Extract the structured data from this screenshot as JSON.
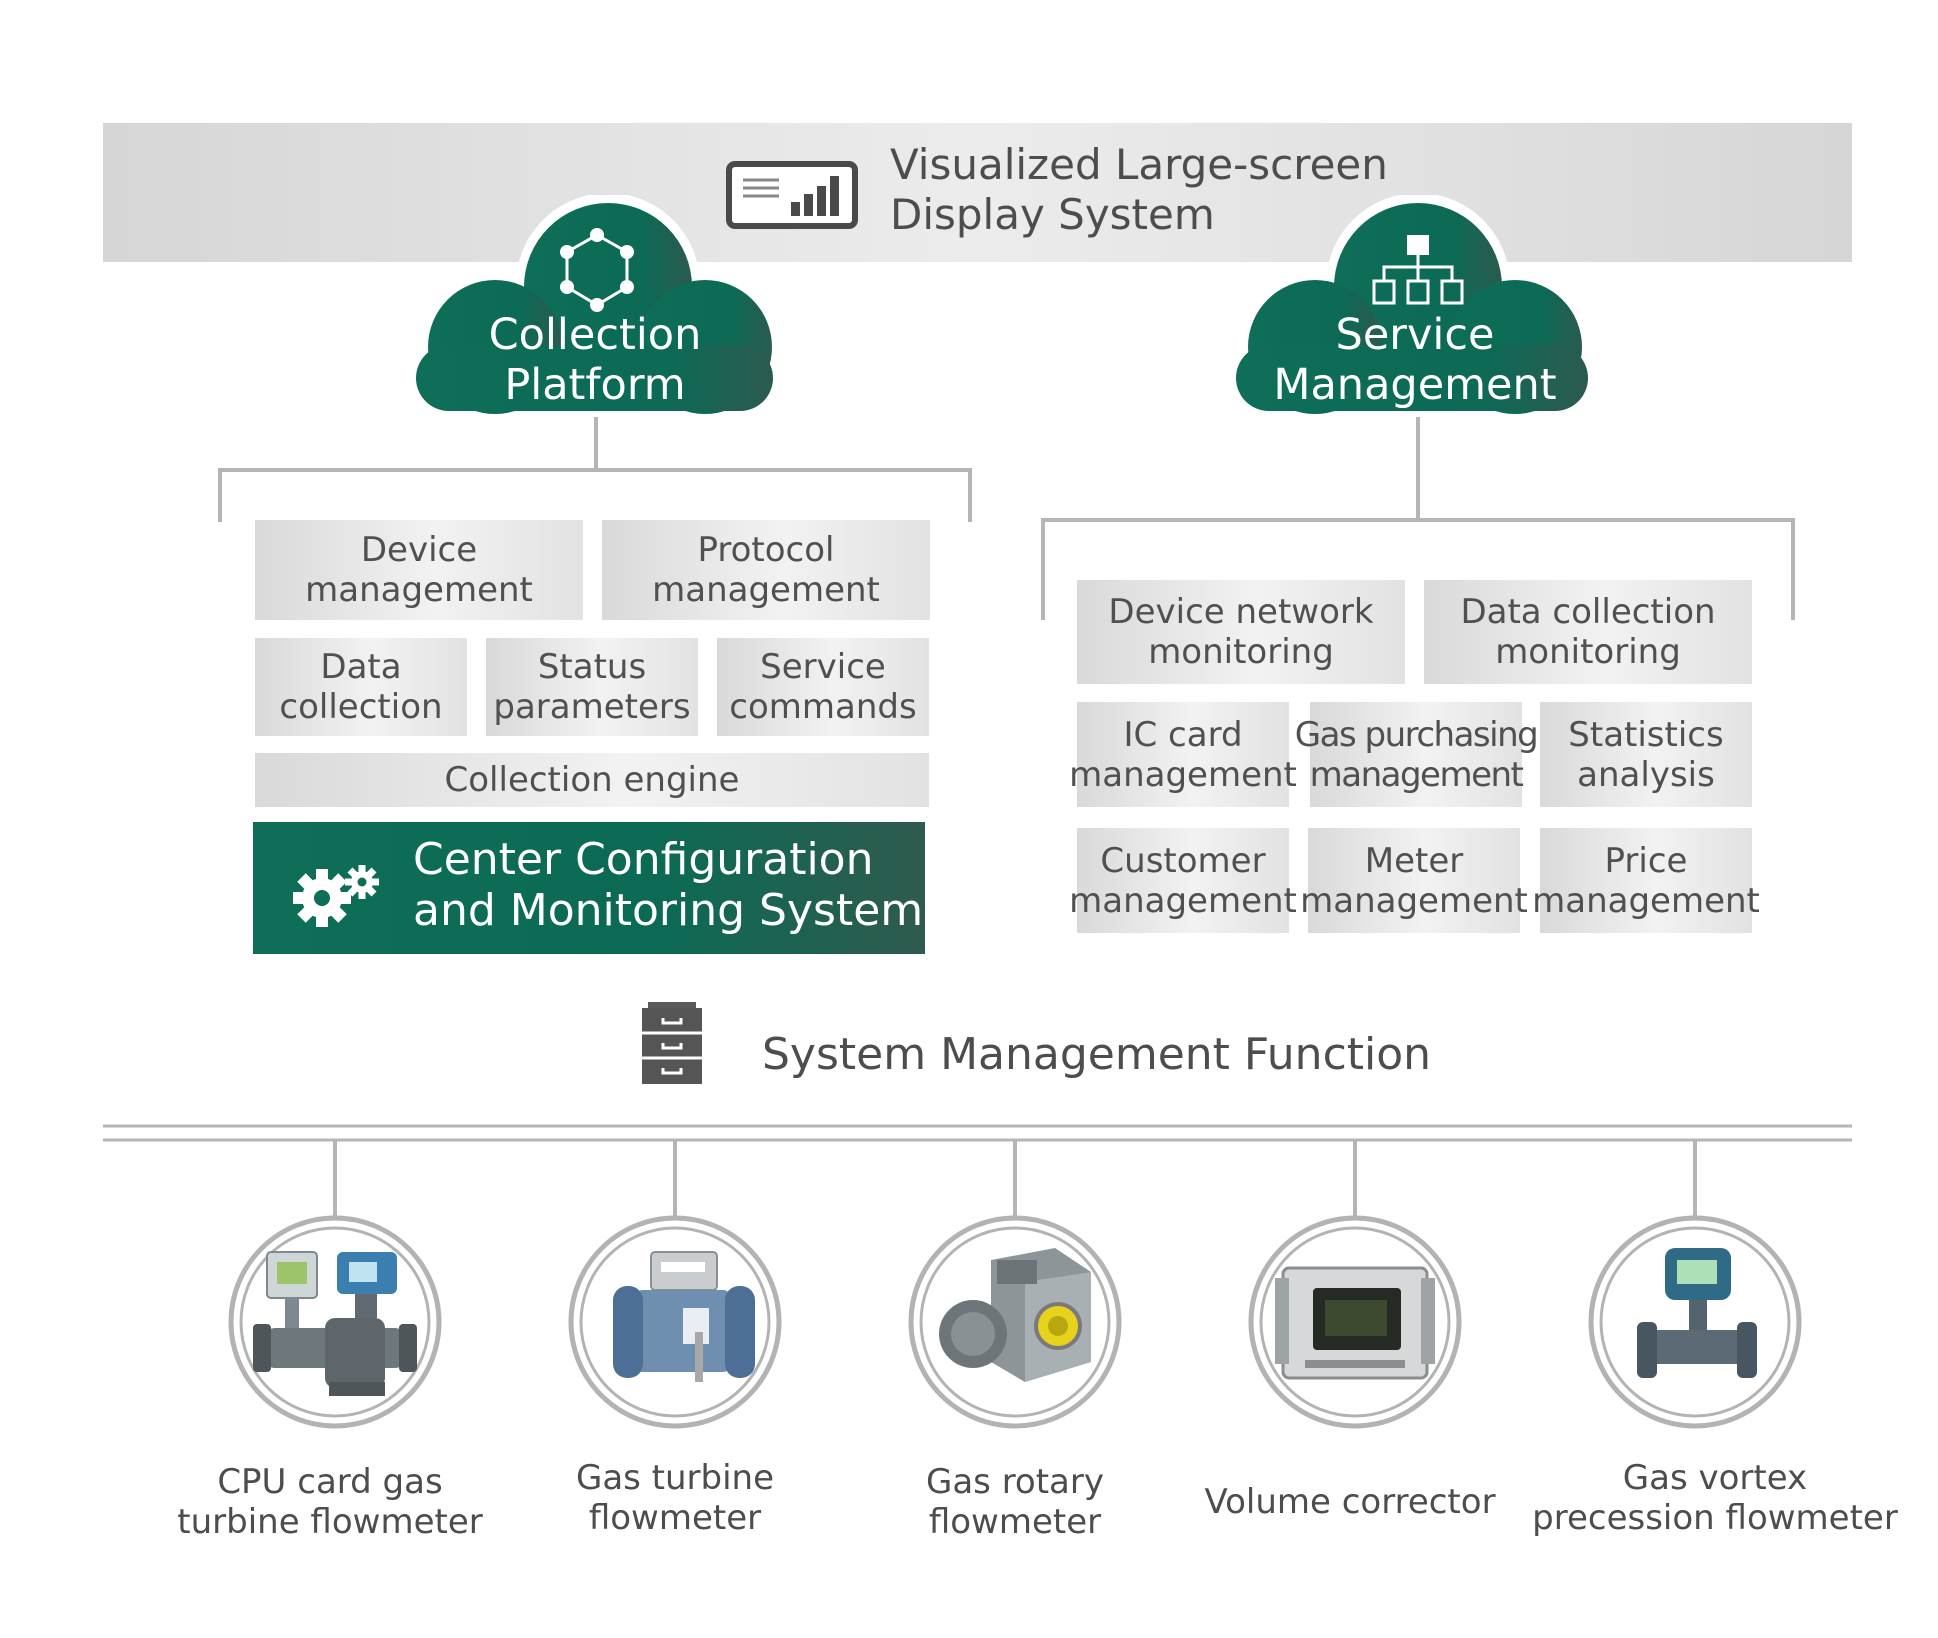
{
  "display_system": {
    "title_lines": [
      "Visualized Large-screen",
      "Display System"
    ],
    "icon": "monitor-chart-icon"
  },
  "collection_platform": {
    "cloud_label_lines": [
      "Collection",
      "Platform"
    ],
    "icon": "network-hexagon-icon",
    "modules": {
      "device_management": [
        "Device",
        "management"
      ],
      "protocol_management": [
        "Protocol",
        "management"
      ],
      "data_collection": [
        "Data",
        "collection"
      ],
      "status_parameters": [
        "Status",
        "parameters"
      ],
      "service_commands": [
        "Service",
        "commands"
      ],
      "collection_engine": "Collection engine"
    },
    "center_system": {
      "title_lines": [
        "Center Configuration",
        "and Monitoring System"
      ],
      "icon": "gears-icon"
    }
  },
  "service_management": {
    "cloud_label_lines": [
      "Service",
      "Management"
    ],
    "icon": "org-chart-icon",
    "modules": {
      "device_network_monitoring": [
        "Device network",
        "monitoring"
      ],
      "data_collection_monitoring": [
        "Data collection",
        "monitoring"
      ],
      "ic_card_management": [
        "IC card",
        "management"
      ],
      "gas_purchasing_management": [
        "Gas purchasing",
        "management"
      ],
      "statistics_analysis": [
        "Statistics",
        "analysis"
      ],
      "customer_management": [
        "Customer",
        "management"
      ],
      "meter_management": [
        "Meter",
        "management"
      ],
      "price_management": [
        "Price",
        "management"
      ]
    }
  },
  "system_management": {
    "title": "System Management Function",
    "icon": "file-cabinet-icon"
  },
  "devices": [
    {
      "label_lines": [
        "CPU card gas",
        "turbine flowmeter"
      ],
      "icon": "cpu-card-flowmeter-image"
    },
    {
      "label_lines": [
        "Gas turbine",
        "flowmeter"
      ],
      "icon": "gas-turbine-flowmeter-image"
    },
    {
      "label_lines": [
        "Gas rotary",
        "flowmeter"
      ],
      "icon": "gas-rotary-flowmeter-image"
    },
    {
      "label_lines": [
        "Volume corrector"
      ],
      "icon": "volume-corrector-image"
    },
    {
      "label_lines": [
        "Gas vortex",
        "precession flowmeter"
      ],
      "icon": "vortex-flowmeter-image"
    }
  ],
  "colors": {
    "brand_green": "#0e6e58",
    "box_gray": "#e6e6e6",
    "line_gray": "#b5b5b5",
    "text_gray": "#4d4d4d"
  }
}
